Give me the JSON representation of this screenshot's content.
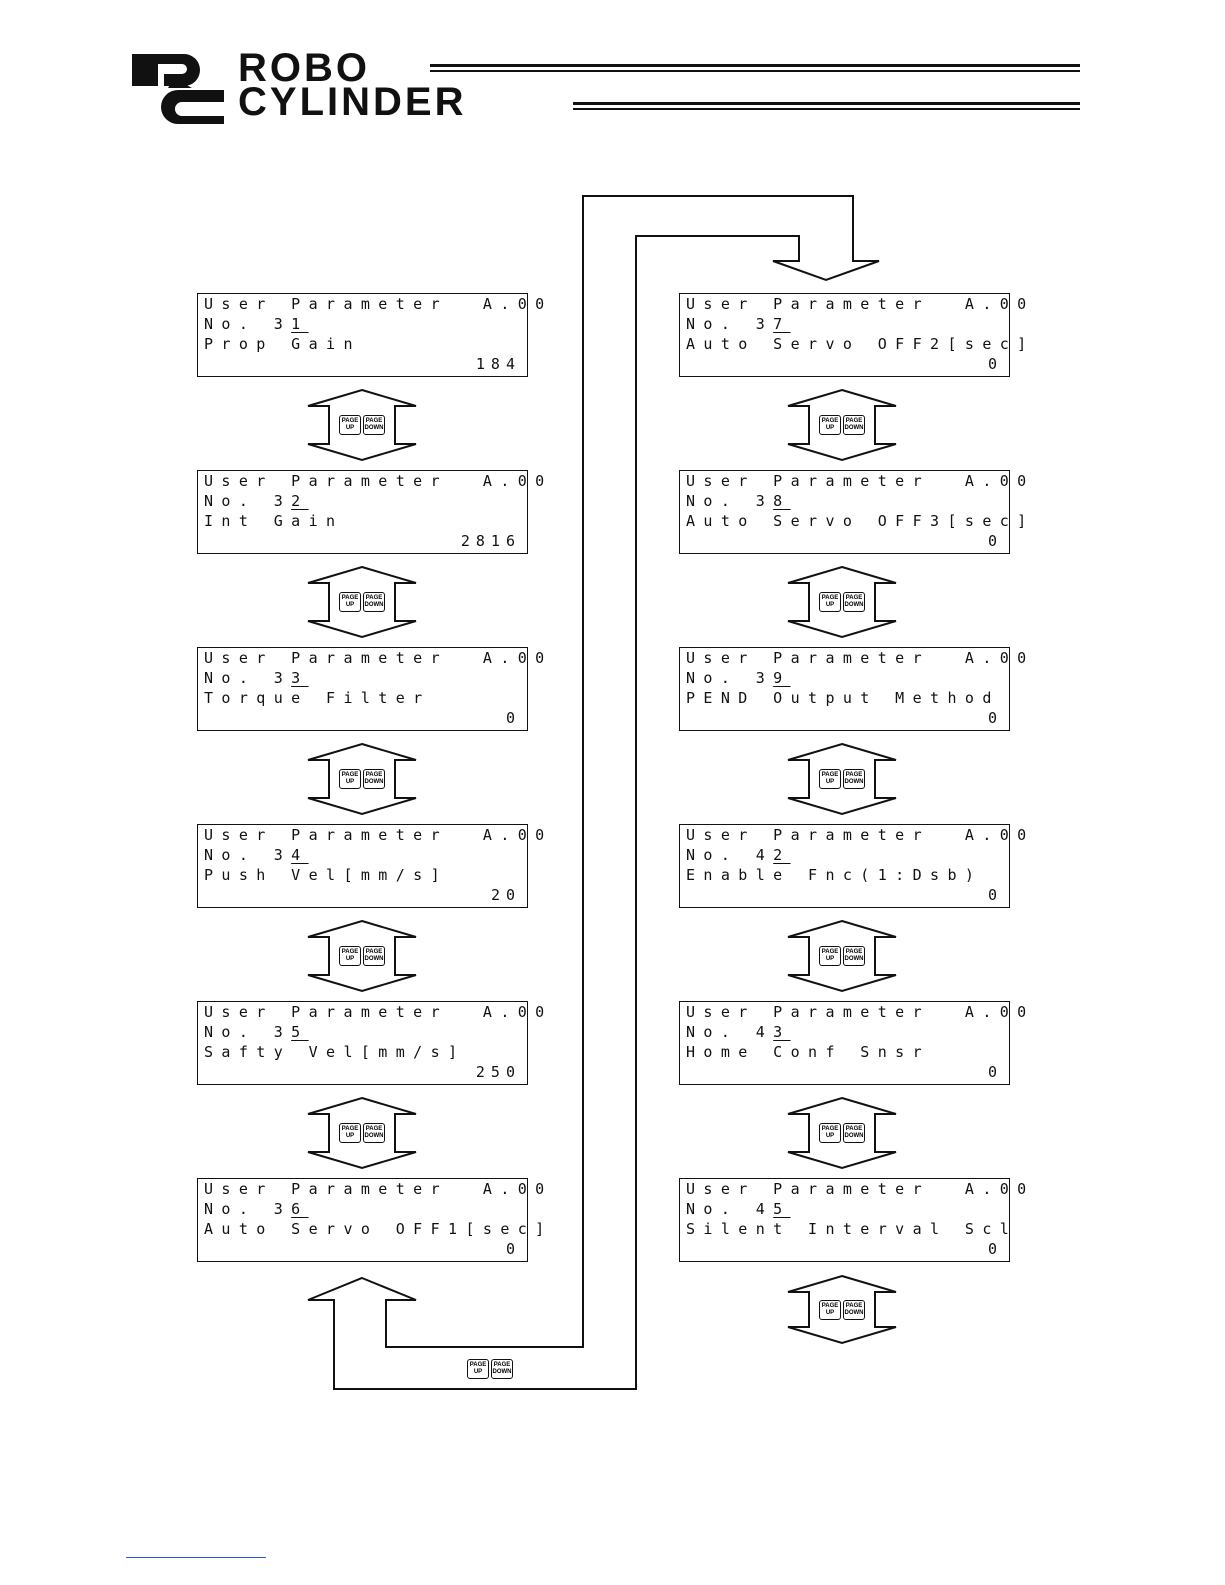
{
  "header": {
    "logo_letters": "RC",
    "brand_line1": "ROBO",
    "brand_line2": "CYLINDER"
  },
  "keys": {
    "page_up": "PAGE UP",
    "page_down": "PAGE DOWN"
  },
  "screens_left": [
    {
      "title": "User Parameter  A.00",
      "no_prefix": "No. 3",
      "no_digit": "1",
      "name": "Prop Gain",
      "value": "184"
    },
    {
      "title": "User Parameter  A.00",
      "no_prefix": "No. 3",
      "no_digit": "2",
      "name": "Int Gain",
      "value": "2816"
    },
    {
      "title": "User Parameter  A.00",
      "no_prefix": "No. 3",
      "no_digit": "3",
      "name": "Torque Filter",
      "value": "0"
    },
    {
      "title": "User Parameter  A.00",
      "no_prefix": "No. 3",
      "no_digit": "4",
      "name": "Push Vel[mm/s]",
      "value": "20"
    },
    {
      "title": "User Parameter  A.00",
      "no_prefix": "No. 3",
      "no_digit": "5",
      "name": "Safty Vel[mm/s]",
      "value": "250"
    },
    {
      "title": "User Parameter  A.00",
      "no_prefix": "No. 3",
      "no_digit": "6",
      "name": "Auto Servo OFF1[sec]",
      "value": "0"
    }
  ],
  "screens_right": [
    {
      "title": "User Parameter  A.00",
      "no_prefix": "No. 3",
      "no_digit": "7",
      "name": "Auto Servo OFF2[sec]",
      "value": "0"
    },
    {
      "title": "User Parameter  A.00",
      "no_prefix": "No. 3",
      "no_digit": "8",
      "name": "Auto Servo OFF3[sec]",
      "value": "0"
    },
    {
      "title": "User Parameter  A.00",
      "no_prefix": "No. 3",
      "no_digit": "9",
      "name": "PEND Output Method",
      "value": "0"
    },
    {
      "title": "User Parameter  A.00",
      "no_prefix": "No. 4",
      "no_digit": "2",
      "name": "Enable Fnc(1:Dsb)",
      "value": "0"
    },
    {
      "title": "User Parameter  A.00",
      "no_prefix": "No. 4",
      "no_digit": "3",
      "name": "Home Conf Snsr",
      "value": "0"
    },
    {
      "title": "User Parameter  A.00",
      "no_prefix": "No. 4",
      "no_digit": "5",
      "name": "Silent Interval Scl",
      "value": "0"
    }
  ]
}
